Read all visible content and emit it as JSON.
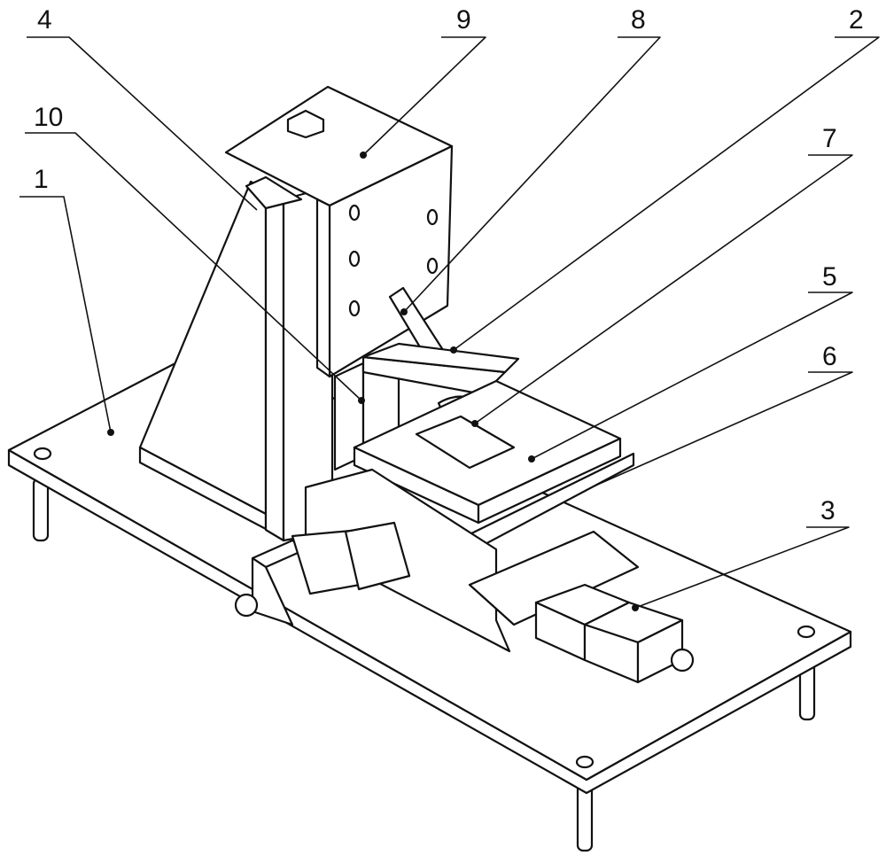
{
  "figure": {
    "callouts": [
      {
        "id": "label-4",
        "text": "4"
      },
      {
        "id": "label-9",
        "text": "9"
      },
      {
        "id": "label-8",
        "text": "8"
      },
      {
        "id": "label-2",
        "text": "2"
      },
      {
        "id": "label-10",
        "text": "10"
      },
      {
        "id": "label-7",
        "text": "7"
      },
      {
        "id": "label-1",
        "text": "1"
      },
      {
        "id": "label-5",
        "text": "5"
      },
      {
        "id": "label-6",
        "text": "6"
      },
      {
        "id": "label-3",
        "text": "3"
      }
    ]
  }
}
